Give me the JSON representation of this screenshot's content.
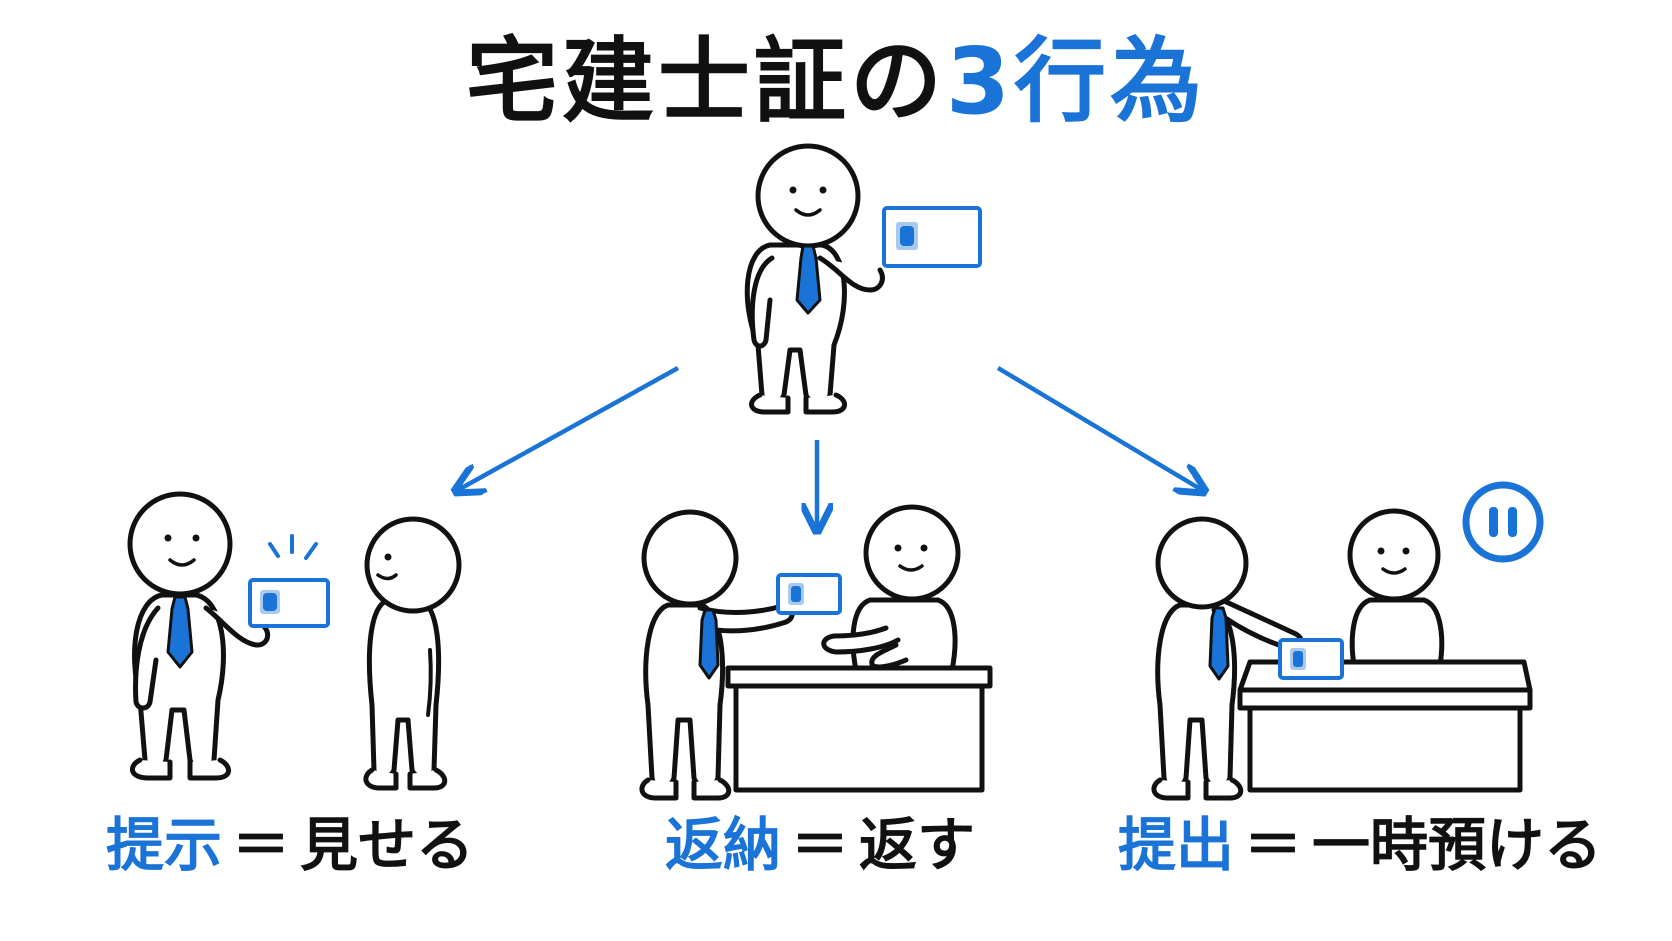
{
  "title": {
    "main": "宅建士証の",
    "accent": "3行為"
  },
  "actions": [
    {
      "keyword": "提示",
      "separator": "＝",
      "meaning": "見せる"
    },
    {
      "keyword": "返納",
      "separator": "＝",
      "meaning": "返す"
    },
    {
      "keyword": "提出",
      "separator": "＝",
      "meaning": "一時預ける"
    }
  ],
  "colors": {
    "accent": "#1a73d6",
    "ink": "#111111",
    "card_fill": "#eef5fd",
    "card_photo": "#a9c9ef"
  },
  "icons": [
    "license-card-icon",
    "pause-icon",
    "flash-icon"
  ]
}
